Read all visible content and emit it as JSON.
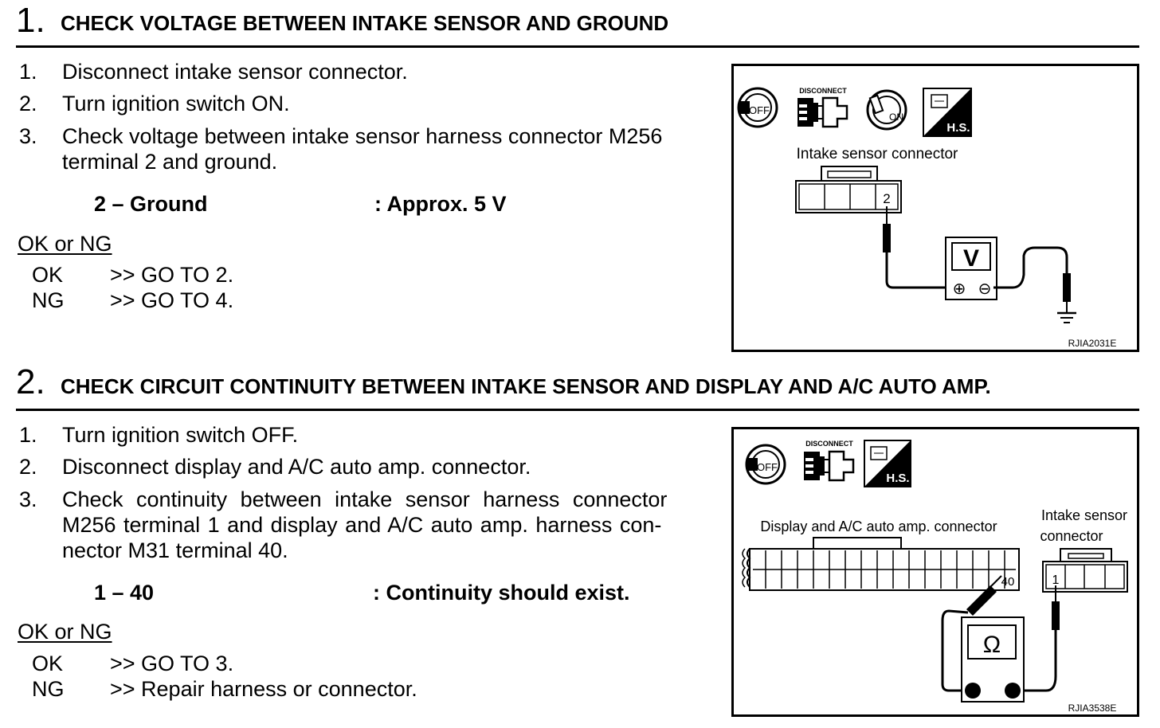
{
  "section1": {
    "number": "1.",
    "title": "CHECK VOLTAGE BETWEEN INTAKE SENSOR AND GROUND",
    "steps": [
      {
        "num": "1.",
        "text": "Disconnect intake sensor connector."
      },
      {
        "num": "2.",
        "text": "Turn ignition switch ON."
      },
      {
        "num": "3.",
        "line1": "Check voltage between intake sensor harness connector M256",
        "line2": "terminal 2 and ground."
      }
    ],
    "spec": {
      "label": "2 – Ground",
      "value": ": Approx. 5 V"
    },
    "ok_ng_heading": "OK or NG",
    "results": [
      {
        "code": "OK",
        "action": ">> GO TO 2."
      },
      {
        "code": "NG",
        "action": ">> GO TO 4."
      }
    ],
    "figure": {
      "icon_labels": {
        "off": "OFF",
        "disconnect": "DISCONNECT",
        "on": "ON",
        "hs": "H.S."
      },
      "connector_label": "Intake sensor connector",
      "terminal": "2",
      "meter_symbol": "V",
      "plus": "⊕",
      "minus": "⊖",
      "code": "RJIA2031E"
    }
  },
  "section2": {
    "number": "2.",
    "title": "CHECK CIRCUIT CONTINUITY BETWEEN INTAKE SENSOR AND DISPLAY AND A/C AUTO AMP.",
    "steps": [
      {
        "num": "1.",
        "text": "Turn ignition switch OFF."
      },
      {
        "num": "2.",
        "text": "Disconnect display and A/C auto amp. connector."
      },
      {
        "num": "3.",
        "line1": "Check continuity between intake sensor harness connector",
        "line2": "M256 terminal 1 and display and A/C auto amp. harness con-",
        "line3": "nector M31 terminal 40."
      }
    ],
    "spec": {
      "label": "1 – 40",
      "value": ": Continuity should exist."
    },
    "ok_ng_heading": "OK or NG",
    "results": [
      {
        "code": "OK",
        "action": ">> GO TO 3."
      },
      {
        "code": "NG",
        "action": ">> Repair harness or connector."
      }
    ],
    "figure": {
      "icon_labels": {
        "off": "OFF",
        "disconnect": "DISCONNECT",
        "hs": "H.S."
      },
      "amp_connector_label": "Display and A/C auto amp. connector",
      "sensor_connector_label_1": "Intake sensor",
      "sensor_connector_label_2": "connector",
      "terminal_amp": "40",
      "terminal_sensor": "1",
      "meter_symbol": "Ω",
      "code": "RJIA3538E"
    }
  }
}
